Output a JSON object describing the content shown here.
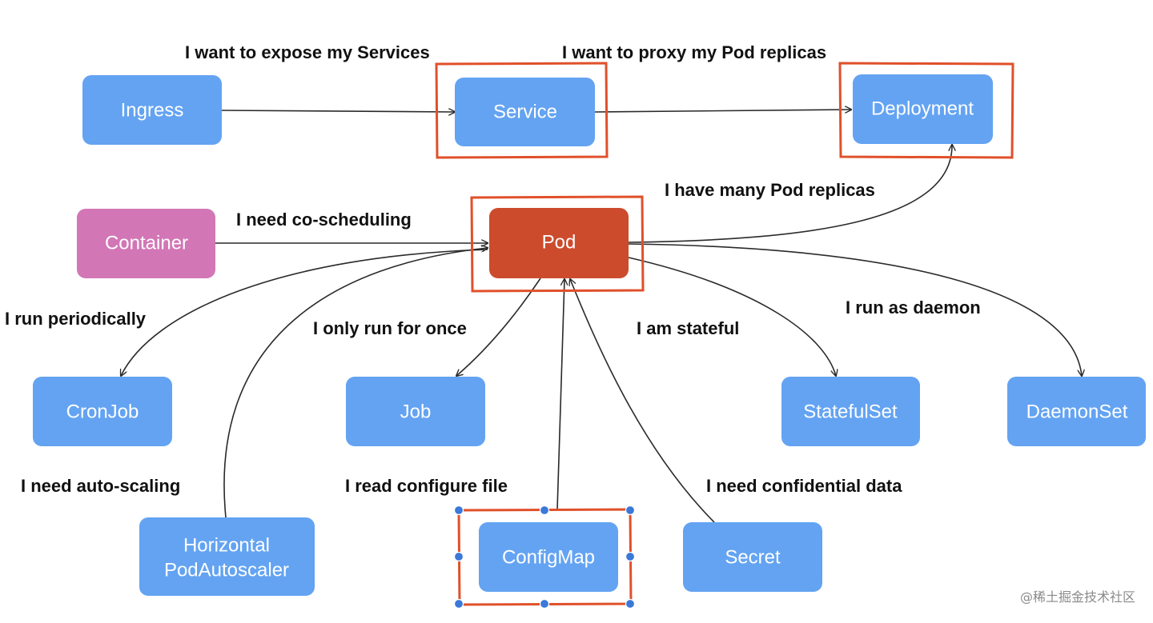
{
  "colors": {
    "node_default": "#63a3f2",
    "node_pod": "#cc4b2c",
    "node_container": "#d276b6",
    "highlight": "#e0502a",
    "edge": "#2a2a2a"
  },
  "nodes": {
    "ingress": "Ingress",
    "service": "Service",
    "deployment": "Deployment",
    "container": "Container",
    "pod": "Pod",
    "cronjob": "CronJob",
    "job": "Job",
    "statefulset": "StatefulSet",
    "daemonset": "DaemonSet",
    "hpa_line1": "Horizontal",
    "hpa_line2": "PodAutoscaler",
    "configmap": "ConfigMap",
    "secret": "Secret"
  },
  "labels": {
    "expose_services": "I want to expose my Services",
    "proxy_replicas": "I want to proxy my Pod replicas",
    "many_replicas": "I have many Pod replicas",
    "co_scheduling": "I need co-scheduling",
    "run_periodically": "I run periodically",
    "run_once": "I only run for once",
    "stateful": "I am stateful",
    "run_daemon": "I run as daemon",
    "auto_scaling": "I need auto-scaling",
    "read_config": "I read configure file",
    "confidential": "I need confidential data"
  },
  "watermark": "@稀土掘金技术社区"
}
